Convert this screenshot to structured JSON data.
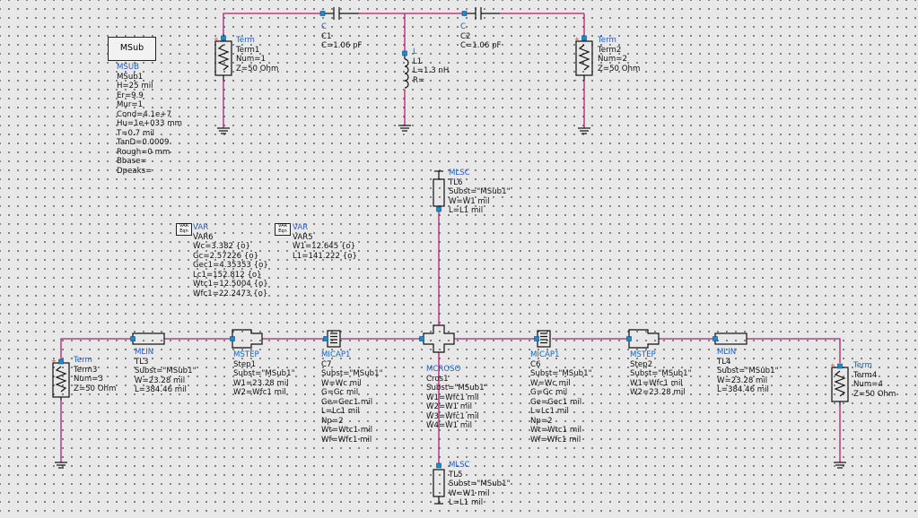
{
  "msub_box_label": "MSub",
  "components": [
    {
      "id": "msub",
      "lines": [
        "MSUB",
        "MSub1",
        "H=25 mil",
        "Er=9.9",
        "Mur=1",
        "Cond=4.1e+7",
        "Hu=1e+033 mm",
        "T=0.7 mil",
        "TanD=0.0009",
        "Rough=0 mm",
        "Bbase=",
        "Dpeaks="
      ]
    },
    {
      "id": "term1",
      "lines": [
        "Term",
        "Term1",
        "Num=1",
        "Z=50 Ohm"
      ]
    },
    {
      "id": "c1",
      "lines": [
        "C",
        "C1",
        "C=1.06 pF"
      ]
    },
    {
      "id": "l1",
      "lines": [
        "L",
        "L1",
        "L=1.3 nH",
        "R="
      ]
    },
    {
      "id": "c2",
      "lines": [
        "C",
        "C2",
        "C=1.06 pF"
      ]
    },
    {
      "id": "term2",
      "lines": [
        "Term",
        "Term2",
        "Num=2",
        "Z=50 Ohm"
      ]
    },
    {
      "id": "tl6",
      "lines": [
        "MLSC",
        "TL6",
        "Subst=\"MSub1\"",
        "W=W1 mil",
        "L=L1 mil"
      ]
    },
    {
      "id": "var6",
      "lines": [
        "VAR",
        "VAR6",
        "Wc=3.382 {o}",
        "Gc=2.57226 {o}",
        "Gec1=4.35353 {o}",
        "Lc1=152.812 {o}",
        "Wtc1=12.5004 {o}",
        "Wfc1=22.2473 {o}"
      ]
    },
    {
      "id": "var5",
      "lines": [
        "VAR",
        "VAR5",
        "W1=12.645 {o}",
        "L1=141.222 {o}"
      ]
    },
    {
      "id": "term3",
      "lines": [
        "Term",
        "Term3",
        "Num=3",
        "Z=50 Ohm"
      ]
    },
    {
      "id": "tl3",
      "lines": [
        "MLIN",
        "TL3",
        "Subst=\"MSub1\"",
        "W=23.28 mil",
        "L=384.46 mil"
      ]
    },
    {
      "id": "step1",
      "lines": [
        "MSTEP",
        "Step1",
        "Subst=\"MSub1\"",
        "W1=23.28 mil",
        "W2=Wfc1 mil"
      ]
    },
    {
      "id": "c7",
      "lines": [
        "MICAP1",
        "C7",
        "Subst=\"MSub1\"",
        "W=Wc mil",
        "G=Gc mil",
        "Ge=Gec1 mil",
        "L=Lc1 mil",
        "Np=2",
        "Wt=Wtc1 mil",
        "Wf=Wfc1 mil"
      ]
    },
    {
      "id": "cros1",
      "lines": [
        "MCROSO",
        "Cros1",
        "Subst=\"MSub1\"",
        "W1=Wfc1 mil",
        "W2=W1 mil",
        "W3=Wfc1 mil",
        "W4=W1 mil"
      ]
    },
    {
      "id": "c6",
      "lines": [
        "MICAP1",
        "C6",
        "Subst=\"MSub1\"",
        "W=Wc mil",
        "G=Gc mil",
        "Ge=Gec1 mil",
        "L=Lc1 mil",
        "Np=2",
        "Wt=Wtc1 mil",
        "Wf=Wfc1 mil"
      ]
    },
    {
      "id": "step2",
      "lines": [
        "MSTEP",
        "Step2",
        "Subst=\"MSub1\"",
        "W1=Wfc1 mil",
        "W2=23.28 mil"
      ]
    },
    {
      "id": "tl4",
      "lines": [
        "MLIN",
        "TL4",
        "Subst=\"MSub1\"",
        "W=23.28 mil",
        "L=384.46 mil"
      ]
    },
    {
      "id": "term4",
      "lines": [
        "Term",
        "Term4",
        "Num=4",
        "Z=50 Ohm"
      ]
    },
    {
      "id": "tl5",
      "lines": [
        "MLSC",
        "TL5",
        "Subst=\"MSub1\"",
        "W=W1 mil",
        "L=L1 mil"
      ]
    }
  ]
}
